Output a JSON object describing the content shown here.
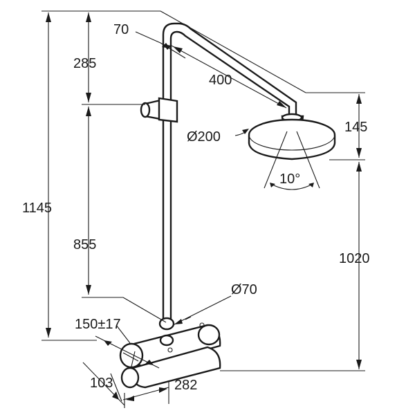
{
  "dimensions": {
    "top_offset": "70",
    "upper_height": "285",
    "arm_length": "400",
    "head_diameter": "Ø200",
    "head_height": "145",
    "spray_angle": "10°",
    "total_height": "1145",
    "slider_range": "855",
    "head_clearance": "1020",
    "mixer_diameter": "Ø70",
    "connection_spacing": "150±17",
    "mixer_depth": "103",
    "mixer_width": "282"
  }
}
